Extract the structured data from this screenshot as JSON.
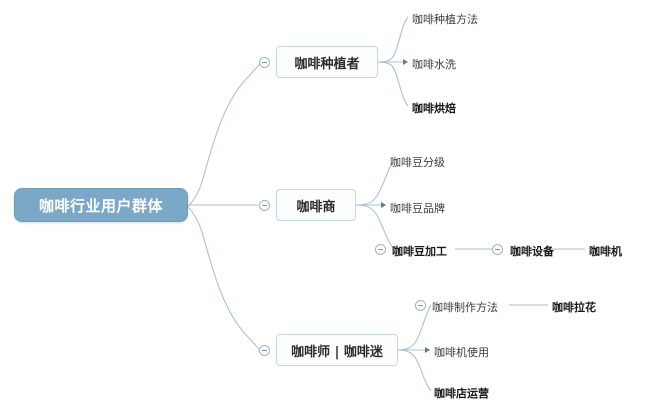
{
  "diagram": {
    "type": "mind-map",
    "title": "咖啡行业用户群体",
    "background_color": "#ffffff",
    "root_color": "#7ba8c6",
    "line_color": "#a9c2d2",
    "node_border_color": "#c3d7e4"
  },
  "root": {
    "label": "咖啡行业用户群体"
  },
  "branches": [
    {
      "label": "咖啡种植者",
      "toggle_icon": "minus-circle-icon",
      "children": [
        {
          "label": "咖啡种植方法",
          "bold": false
        },
        {
          "label": "咖啡水洗",
          "bold": false
        },
        {
          "label": "咖啡烘焙",
          "bold": true
        }
      ]
    },
    {
      "label": "咖啡商",
      "toggle_icon": "minus-circle-icon",
      "children": [
        {
          "label": "咖啡豆分级",
          "bold": false
        },
        {
          "label": "咖啡豆品牌",
          "bold": false
        },
        {
          "label": "咖啡豆加工",
          "bold": true,
          "toggle_icon": "minus-circle-icon"
        }
      ]
    },
    {
      "label": "咖啡师 | 咖啡迷",
      "toggle_icon": "minus-circle-icon",
      "children": [
        {
          "label": "咖啡制作方法",
          "bold": false,
          "toggle_icon": "minus-circle-icon"
        },
        {
          "label": "咖啡机使用",
          "bold": false
        },
        {
          "label": "咖啡店运营",
          "bold": true
        }
      ]
    }
  ],
  "chain_nodes": {
    "coffee_equipment": "咖啡设备",
    "coffee_machine": "咖啡机",
    "latte_art": "咖啡拉花"
  }
}
